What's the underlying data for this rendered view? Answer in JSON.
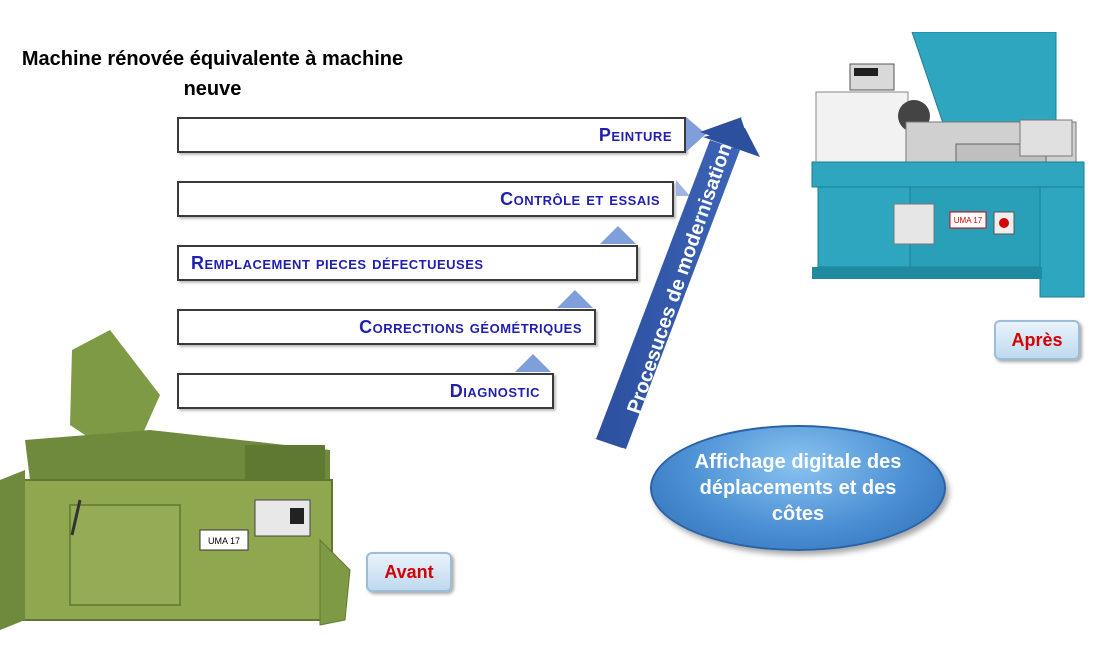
{
  "title": "Machine rénovée équivalente à machine neuve",
  "steps": [
    {
      "label": "Peinture"
    },
    {
      "label": "Contrôle et essais"
    },
    {
      "label": "Remplacement pieces défectueuses"
    },
    {
      "label": "Corrections géométriques"
    },
    {
      "label": "Diagnostic"
    }
  ],
  "process_label": "Procesuces de modernisation",
  "feature_label": "Affichage digitale des déplacements et des côtes",
  "before_label": "Avant",
  "after_label": "Après",
  "machine_plate": "UMA 17",
  "colors": {
    "step_text": "#1f1fb0",
    "arrow": "#2b4fa0",
    "badge_text": "#d40000",
    "old_machine": "#8fa850",
    "new_machine": "#2fa6bf"
  }
}
